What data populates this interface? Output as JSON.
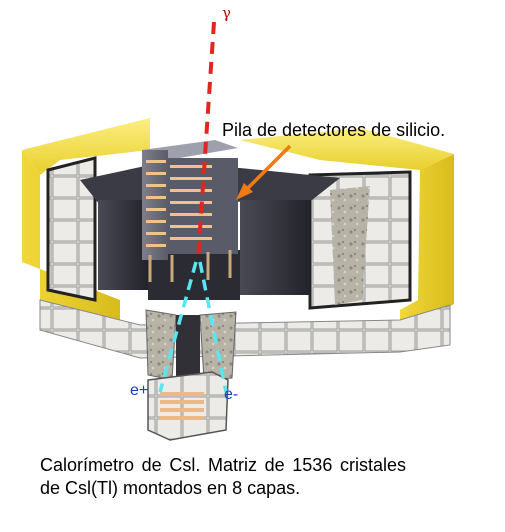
{
  "labels": {
    "gamma": "γ",
    "silicon_stack": "Pila de detectores de silicio.",
    "positron": "e+",
    "electron": "e-"
  },
  "caption": "Calorímetro de Csl. Matriz de 1536 cristales de Csl(Tl) montados en 8 capas.",
  "colors": {
    "gamma_track": "#e0261f",
    "lepton_tracks": "#57e6f2",
    "arrow": "#f07a14",
    "insulation": "#f3e04a",
    "dark_metal": "#2a2a2e"
  }
}
